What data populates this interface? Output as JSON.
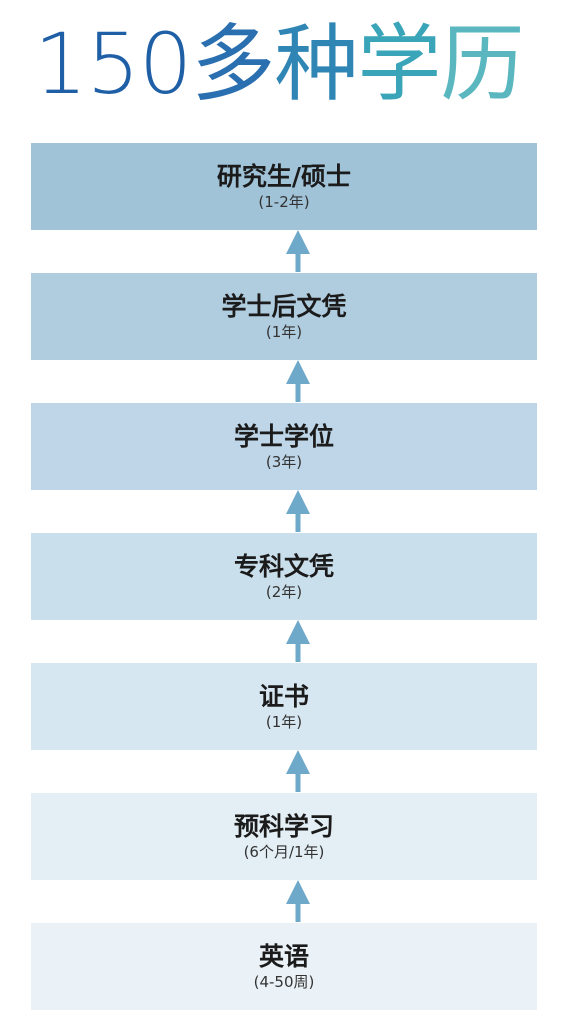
{
  "header": {
    "title_number": "150",
    "title_chars": [
      "多",
      "种",
      "学",
      "历"
    ]
  },
  "steps": [
    {
      "title": "研究生/硕士",
      "duration": "(1-2年)",
      "color": "#a0c3d8"
    },
    {
      "title": "学士后文凭",
      "duration": "(1年)",
      "color": "#b0cde0"
    },
    {
      "title": "学士学位",
      "duration": "(3年)",
      "color": "#bed6e7"
    },
    {
      "title": "专科文凭",
      "duration": "(2年)",
      "color": "#cadfec"
    },
    {
      "title": "证书",
      "duration": "(1年)",
      "color": "#d7e7f1"
    },
    {
      "title": "预科学习",
      "duration": "(6个月/1年)",
      "color": "#e3eef5"
    },
    {
      "title": "英语",
      "duration": "(4-50周)",
      "color": "#eaf2f7"
    }
  ],
  "arrow_color": "#6fa9c9",
  "arrow_icon": "arrow-up-icon"
}
